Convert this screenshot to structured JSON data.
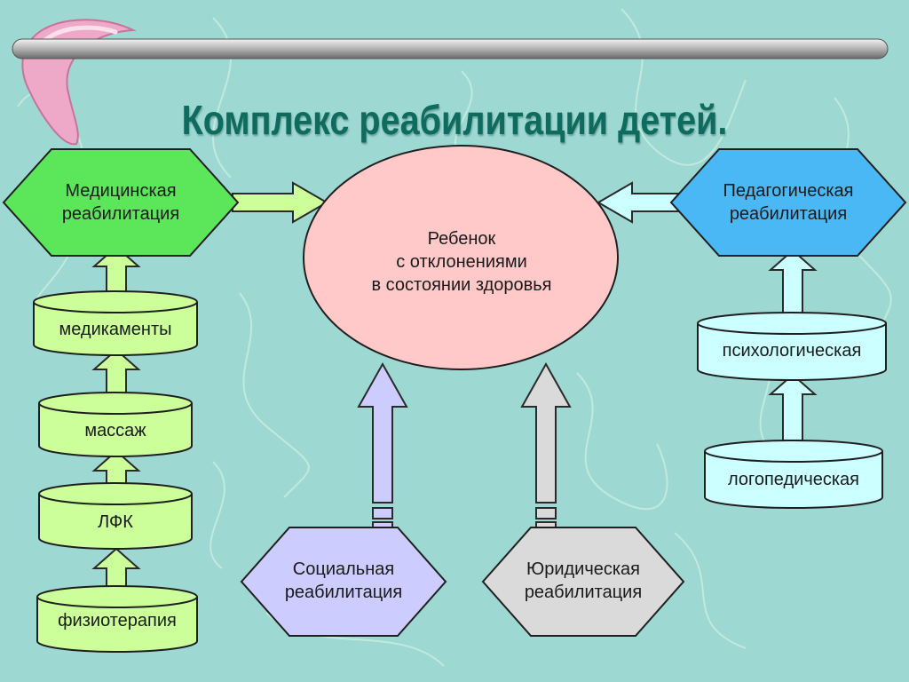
{
  "title": "Комплекс реабилитации детей.",
  "center": {
    "lines": [
      "Ребенок",
      "с отклонениями",
      "в состоянии здоровья"
    ]
  },
  "medical": {
    "label_lines": [
      "Медицинская",
      "реабилитация"
    ],
    "items": [
      "медикаменты",
      "массаж",
      "ЛФК",
      "физиотерапия"
    ]
  },
  "pedagogical": {
    "label_lines": [
      "Педагогическая",
      "реабилитация"
    ],
    "items": [
      "психологическая",
      "логопедическая"
    ]
  },
  "social": {
    "label_lines": [
      "Социальная",
      "реабилитация"
    ]
  },
  "legal": {
    "label_lines": [
      "Юридическая",
      "реабилитация"
    ]
  },
  "colors": {
    "background": "#9ed8d2",
    "title": "#0e6b5e",
    "medical": "#5ce65a",
    "medical_light": "#ccff99",
    "pedagogical": "#49b8f5",
    "pedagogical_light": "#ccffff",
    "center": "#ffc9c9",
    "social": "#ccccff",
    "legal": "#dadada"
  }
}
